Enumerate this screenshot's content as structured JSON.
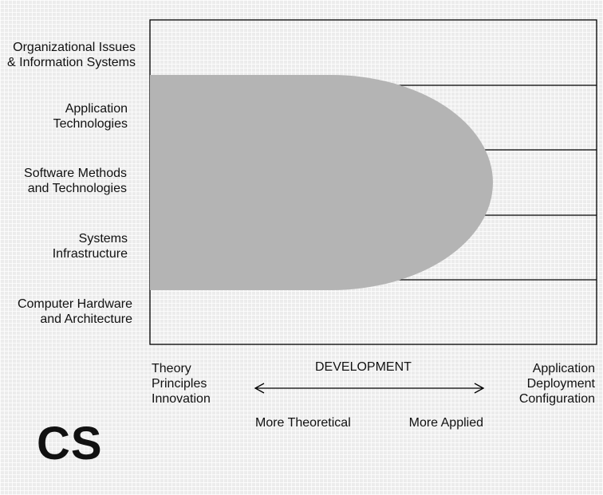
{
  "rows": [
    {
      "label": "Organizational Issues\n& Information Systems"
    },
    {
      "label": "Application\nTechnologies"
    },
    {
      "label": "Software Methods\nand Technologies"
    },
    {
      "label": "Systems\nInfrastructure"
    },
    {
      "label": "Computer Hardware\nand Architecture"
    }
  ],
  "axis": {
    "left_label": "Theory\nPrinciples\nInnovation",
    "center_label": "DEVELOPMENT",
    "right_label": "Application\nDeployment\nConfiguration",
    "left_direction": "More Theoretical",
    "right_direction": "More Applied"
  },
  "discipline_label": "CS",
  "colors": {
    "region_fill": "#b4b4b4",
    "line": "#000000"
  }
}
